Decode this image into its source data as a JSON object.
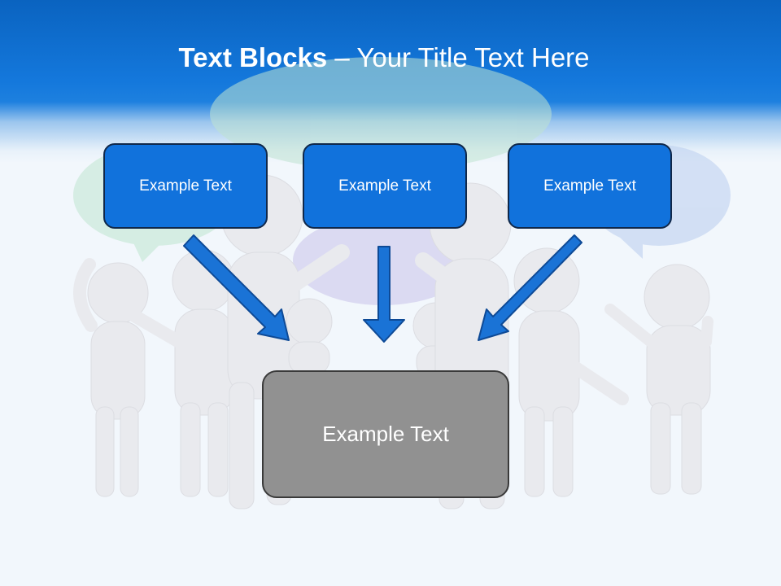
{
  "slide": {
    "title_bold": "Text Blocks",
    "title_rest": " – Your Title Text Here",
    "text_blocks": [
      "Example Text",
      "Example Text",
      "Example Text"
    ],
    "center_block": "Example Text"
  },
  "colors": {
    "header_blue": "#1478dc",
    "block_blue": "#1172dc",
    "block_gray": "#919191",
    "arrow_blue": "#1a73d6"
  }
}
